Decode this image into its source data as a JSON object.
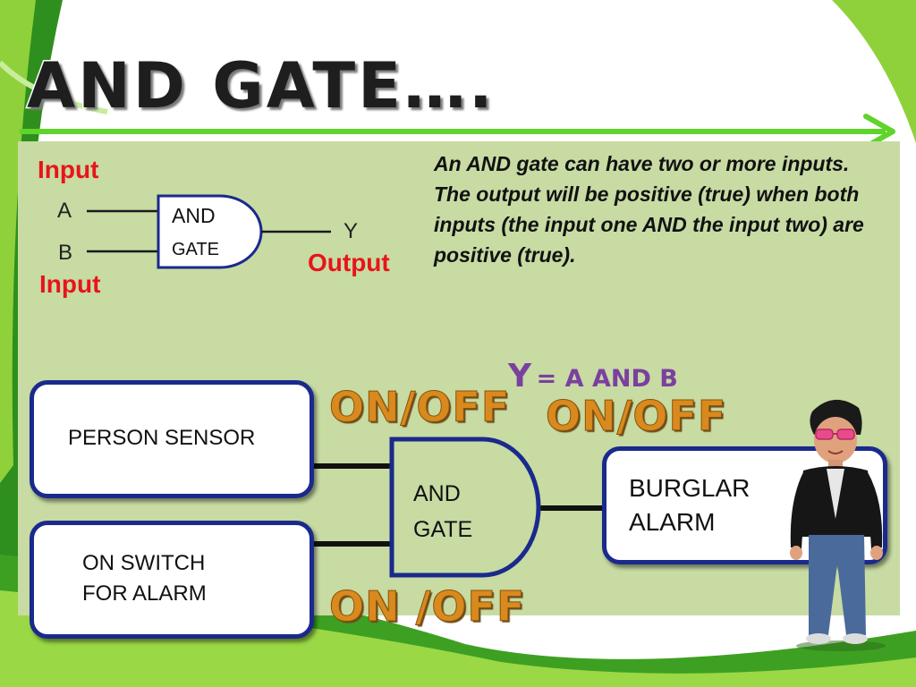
{
  "title": "AND GATE….",
  "top_diagram": {
    "input_top": "Input",
    "input_bottom": "Input",
    "pin_a": "A",
    "pin_b": "B",
    "pin_y": "Y",
    "gate_line1": "AND",
    "gate_line2": "GATE",
    "output": "Output"
  },
  "description": {
    "para1": "An AND gate can have two or more inputs.",
    "para2": "The output will be positive (true) when both inputs (the input one AND the input two) are positive (true)."
  },
  "equation": {
    "y": "Y",
    "rest": "= A AND B"
  },
  "onoff": {
    "left": "ON/OFF",
    "right": "ON/OFF",
    "bottom": "ON /OFF"
  },
  "boxes": {
    "person_sensor": "PERSON SENSOR",
    "switch_line1": "ON SWITCH",
    "switch_line2": "FOR ALARM",
    "alarm_line1": "BURGLAR",
    "alarm_line2": "ALARM"
  },
  "big_gate": {
    "line1": "AND",
    "line2": "GATE"
  },
  "colors": {
    "panel": "#c7dba3",
    "gate_border": "#1a2a8c",
    "arrow": "#5fd42a",
    "label_red": "#e8141a",
    "equation": "#7b3fa0",
    "onoff": "#d98a1e"
  }
}
